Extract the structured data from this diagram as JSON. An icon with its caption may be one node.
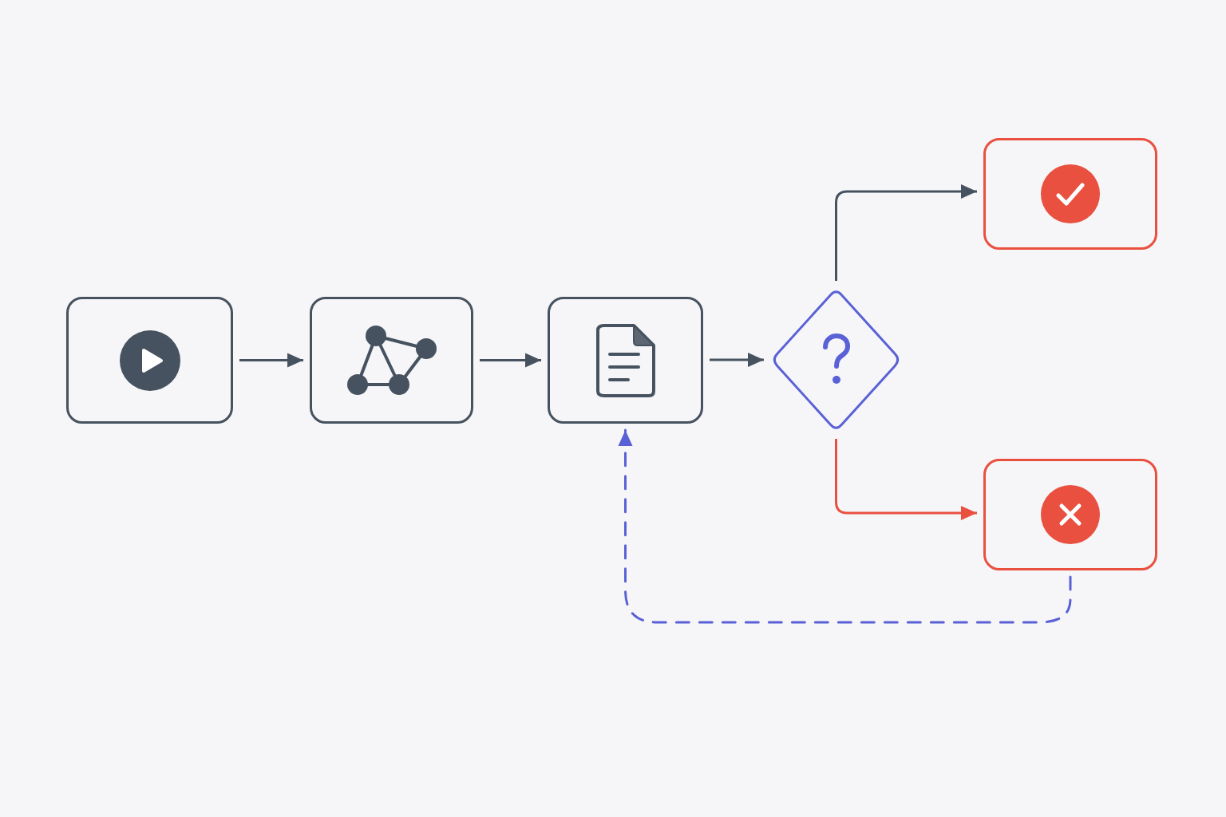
{
  "diagram": {
    "nodes": [
      {
        "text": [],
        "shape": "box"
      },
      {
        "text": [],
        "shape": "box"
      },
      {
        "text": [],
        "shape": "box"
      },
      {
        "text": [],
        "shape": "diamond"
      },
      {
        "text": [],
        "shape": "box"
      },
      {
        "text": [],
        "shape": "box"
      }
    ],
    "edges": [
      {
        "from": 0,
        "to": 1,
        "arrow": "to"
      },
      {
        "from": 1,
        "to": 2,
        "arrow": "to"
      },
      {
        "from": 2,
        "to": 3,
        "arrow": "to"
      },
      {
        "from": 3,
        "to": 4,
        "arrow": "to"
      },
      {
        "from": 3,
        "to": 5,
        "arrow": "to",
        "color": "#e9503f"
      },
      {
        "from": 5,
        "to": 2,
        "arrow": "to",
        "style": "dashed",
        "color": "#5a61d6"
      }
    ]
  }
}
